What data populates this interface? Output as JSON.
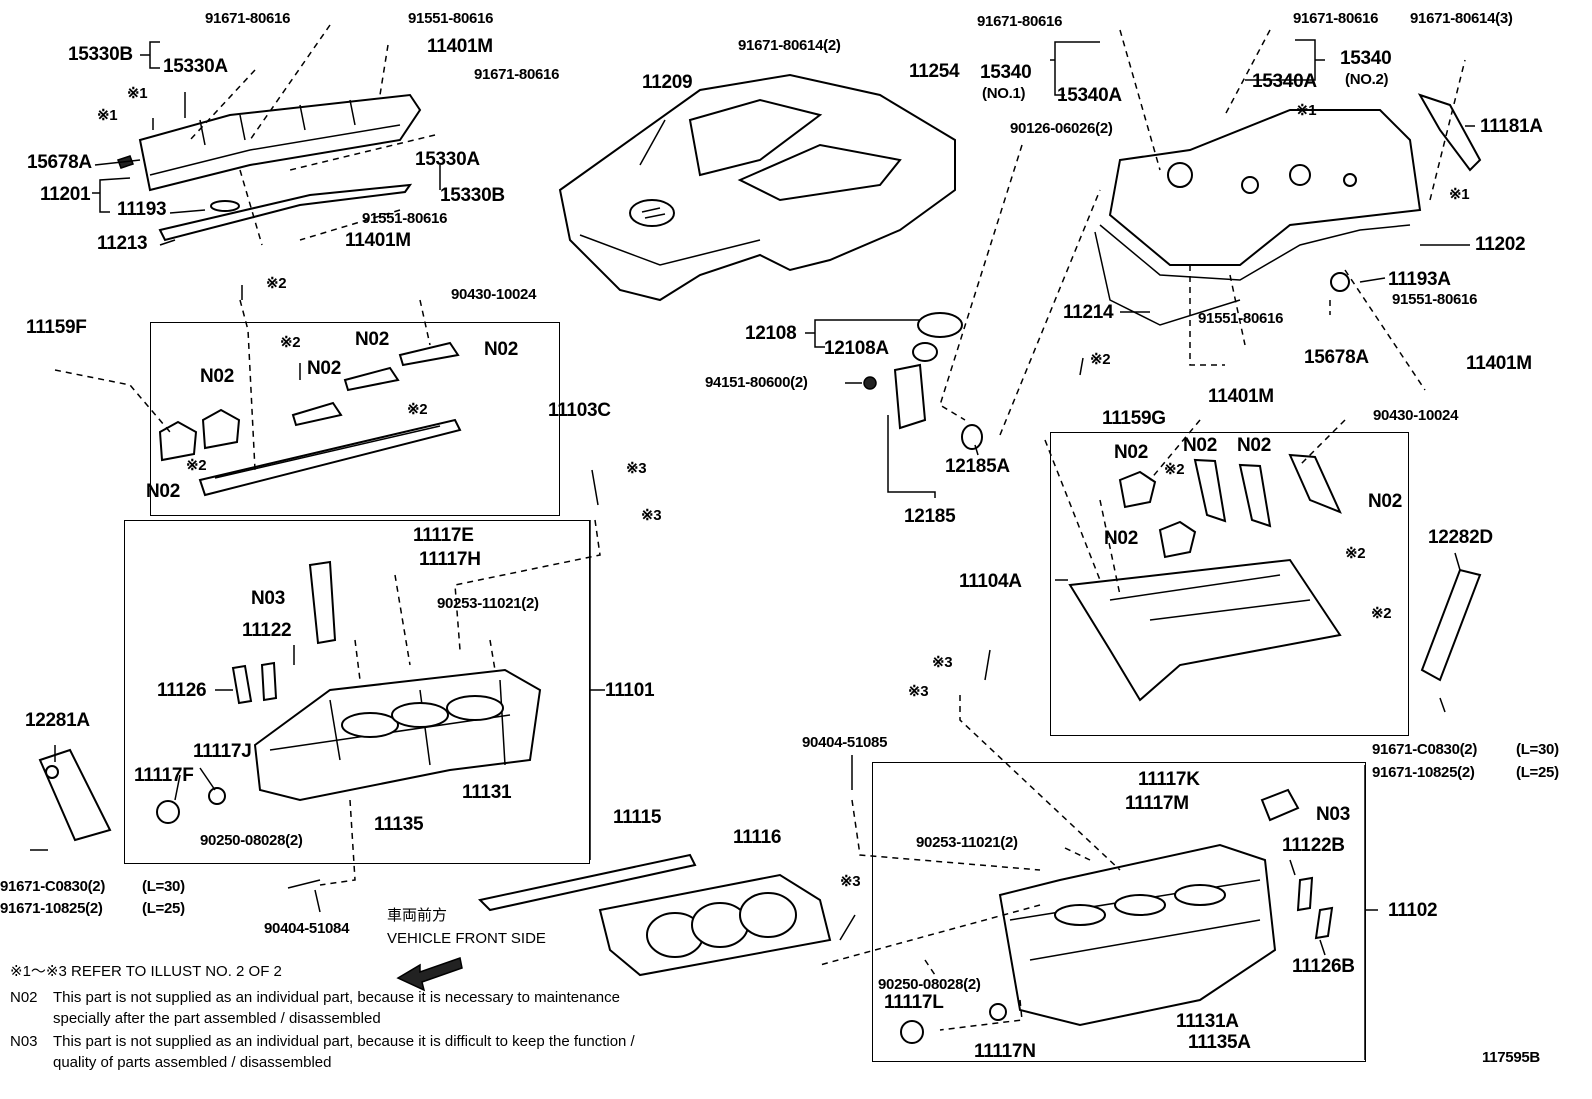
{
  "labels": [
    "91671-80616",
    "91551-80616",
    "15330B",
    "15330A",
    "11401M",
    "91671-80616",
    "※1",
    "※1",
    "15678A",
    "11201",
    "11193",
    "15330A",
    "15330B",
    "91551-80616",
    "11213",
    "11401M",
    "11209",
    "91671-80614(2)",
    "11254",
    "91671-80616",
    "91671-80616",
    "91671-80614(3)",
    "15340",
    "(NO.1)",
    "15340A",
    "15340A",
    "15340",
    "(NO.2)",
    "11181A",
    "90126-06026(2)",
    "※1",
    "※1",
    "11202",
    "11193A",
    "91551-80616",
    "11214",
    "91551-80616",
    "15678A",
    "11401M",
    "11401M",
    "※2",
    "90430-10024",
    "11159F",
    "N02",
    "※2",
    "N02",
    "N02",
    "N02",
    "※2",
    "※2",
    "N02",
    "11103C",
    "12108",
    "12108A",
    "94151-80600(2)",
    "12185A",
    "12185",
    "※2",
    "11159G",
    "90430-10024",
    "N02",
    "N02",
    "N02",
    "※2",
    "N02",
    "N02",
    "※2",
    "11104A",
    "※2",
    "12282D",
    "※3",
    "※3",
    "11117E",
    "11117H",
    "N03",
    "90253-11021(2)",
    "11122",
    "11126",
    "11101",
    "12281A",
    "11117J",
    "11117F",
    "11131",
    "11135",
    "90250-08028(2)",
    "91671-C0830(2)",
    "(L=30)",
    "91671-10825(2)",
    "(L=25)",
    "90404-51084",
    "11115",
    "11116",
    "※3",
    "※3",
    "90404-51085",
    "91671-C0830(2)",
    "(L=30)",
    "91671-10825(2)",
    "(L=25)",
    "11117K",
    "11117M",
    "N03",
    "90253-11021(2)",
    "11122B",
    "※3",
    "11102",
    "90250-08028(2)",
    "11126B",
    "11117L",
    "11117N",
    "11131A",
    "11135A"
  ],
  "front_side_cjk": "車両前方",
  "front_side_en": "VEHICLE FRONT SIDE",
  "notes": {
    "ref": "※1～※3  REFER TO ILLUST NO. 2 OF 2",
    "n02_code": "N02",
    "n02_line1": "This part is not supplied as an individual part, because it is necessary to maintenance",
    "n02_line2": "specially after the part assembled / disassembled",
    "n03_code": "N03",
    "n03_line1": "This part is not supplied as an individual part, because it is difficult to keep the function /",
    "n03_line2": "quality of parts  assembled / disassembled"
  },
  "illustration_id": "117595B"
}
